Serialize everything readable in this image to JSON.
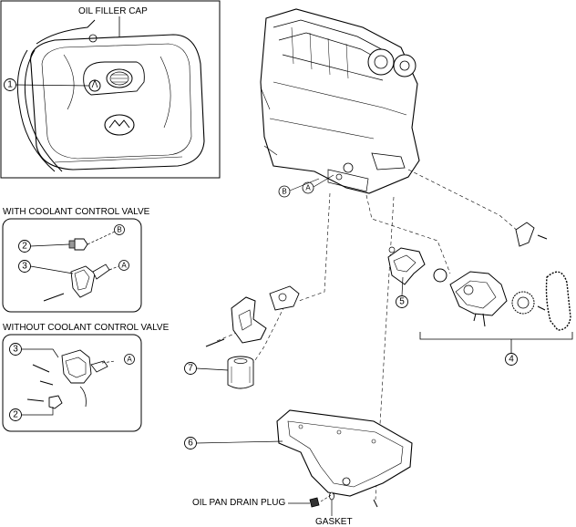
{
  "inset_top": {
    "title": "OIL FILLER CAP",
    "callout": "1"
  },
  "inset_coolant_with": {
    "title": "WITH COOLANT CONTROL VALVE",
    "callouts": [
      "2",
      "3"
    ],
    "refs": [
      "B",
      "A"
    ]
  },
  "inset_coolant_without": {
    "title": "WITHOUT COOLANT CONTROL VALVE",
    "callouts": [
      "3",
      "2"
    ],
    "refs": [
      "A"
    ]
  },
  "main": {
    "refs": [
      "B",
      "A"
    ],
    "callouts": {
      "c4": "4",
      "c5": "5",
      "c6": "6",
      "c7": "7"
    },
    "drain_plug": "OIL PAN DRAIN PLUG",
    "gasket": "GASKET"
  }
}
